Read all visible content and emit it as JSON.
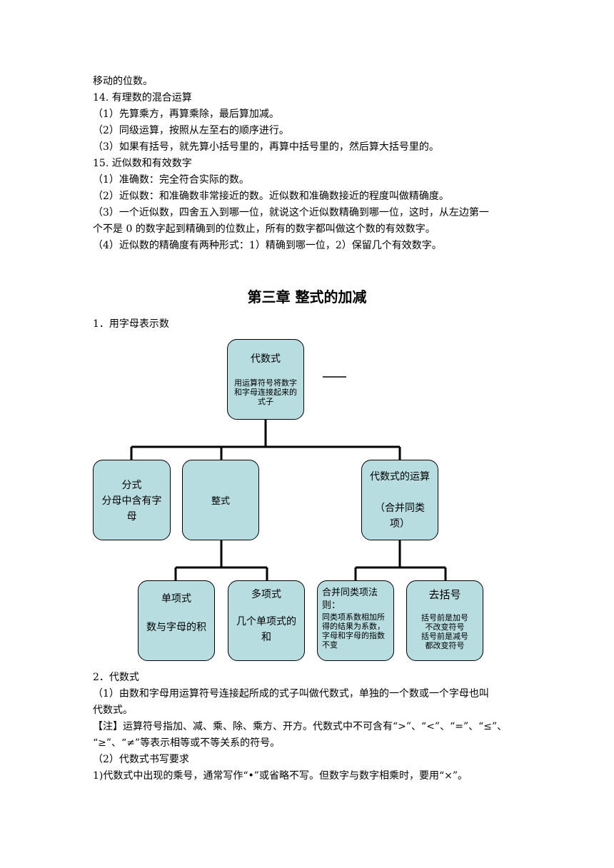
{
  "top_lines": [
    "移动的位数。",
    "14.  有理数的混合运算",
    "（1）先算乘方，再算乘除，最后算加减。",
    "（2）同级运算，按照从左至右的顺序进行。",
    "（3）如果有括号，就先算小括号里的，再算中括号里的，然后算大括号里的。",
    "15.  近似数和有效数字",
    "（1）准确数：完全符合实际的数。",
    "（2）近似数：和准确数非常接近的数。近似数和准确数接近的程度叫做精确度。",
    "（3）一个近似数，四舍五入到哪一位，就说这个近似数精确到哪一位，这时，从左边第一",
    "个不是 0 的数字起到精确到的位数止，所有的数字都叫做这个数的有效数字。",
    "（4）近似数的精确度有两种形式：1）精确到哪一位，2）保留几个有效数字。"
  ],
  "chapter_title": "第三章  整式的加减",
  "section1": "1．用字母表示数",
  "diagram": {
    "root": {
      "title": "代数式",
      "desc": "用运算符号将数字和字母连接起来的式子"
    },
    "fraction": {
      "title": "分式",
      "desc": "分母中含有字母"
    },
    "polynomial_expr": {
      "title": "整式"
    },
    "operations": {
      "title": "代数式的运算",
      "desc": "（合并同类项）"
    },
    "monomial": {
      "title": "单项式",
      "desc": "数与字母的积"
    },
    "multinomial": {
      "title": "多项式",
      "desc": "几个单项式的和"
    },
    "combine": {
      "title": "合并同类项法则：",
      "desc": "同类项系数相加所得的结果为系数，字母和字母的指数不变"
    },
    "brackets": {
      "title": "去括号",
      "desc1": "括号前是加号不改变符号",
      "desc2": "括号前是减号都改变符号"
    }
  },
  "bottom_lines": [
    "2．代数式",
    "（1）由数和字母用运算符号连接起所成的式子叫做代数式，单独的一个数或一个字母也叫",
    "代数式。",
    "【注】运算符号指加、减、乘、除、乘方、开方。代数式中不可含有“>”、“<”、“=”、“≤”、",
    "“≥”、“≠”等表示相等或不等关系的符号。",
    "（2）代数式书写要求",
    " 1)代数式中出现的乘号，通常写作“•”或省略不写。但数字与数字相乘时，要用“×”。"
  ],
  "colors": {
    "box_fill": "#b7dde1",
    "line": "#000000"
  }
}
